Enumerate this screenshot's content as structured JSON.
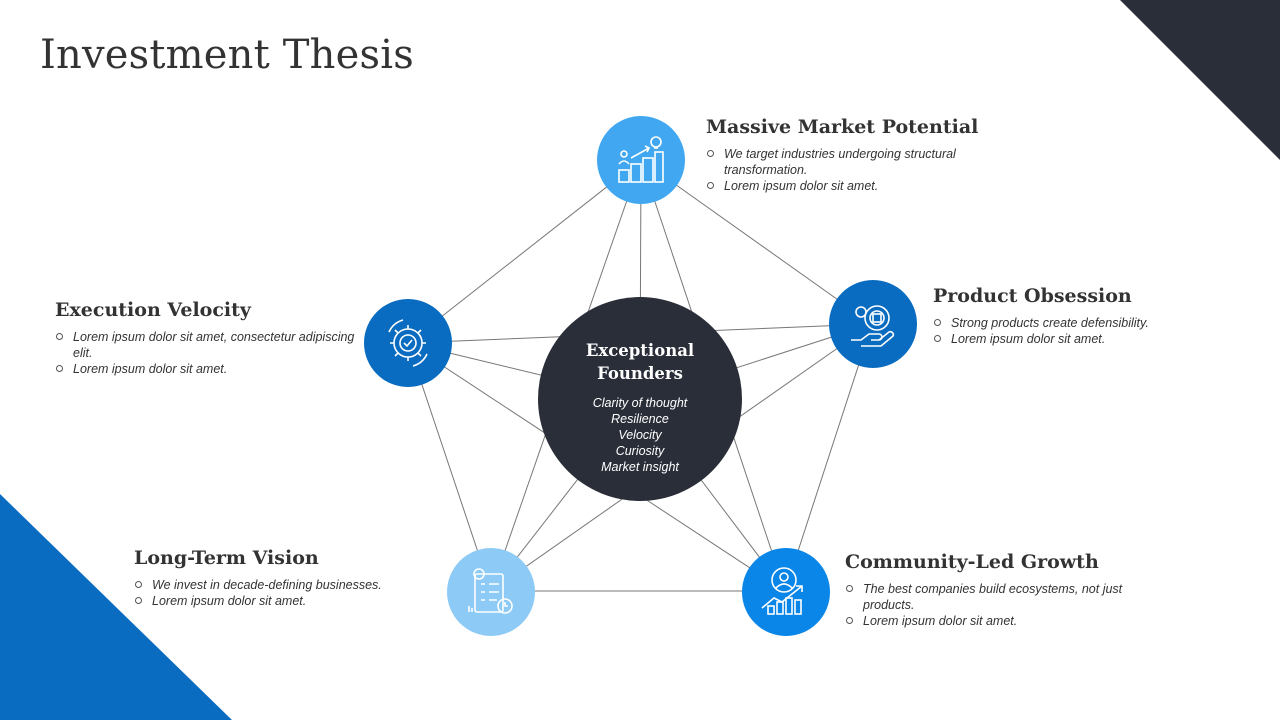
{
  "slide": {
    "title": "Investment Thesis",
    "colors": {
      "dark": "#2a2e38",
      "blue": "#0a6cc0",
      "light_blue": "#41a7f0",
      "pale_blue": "#8dcbf6",
      "bright_blue": "#0a85e8"
    }
  },
  "center": {
    "title": "Exceptional Founders",
    "traits": [
      "Clarity of thought",
      "Resilience",
      "Velocity",
      "Curiosity",
      "Market insight"
    ]
  },
  "nodes": [
    {
      "icon": "growth-chart-icon",
      "color": "#41a7f0"
    },
    {
      "icon": "gear-hand-icon",
      "color": "#0a6cc0"
    },
    {
      "icon": "user-growth-icon",
      "color": "#0a85e8"
    },
    {
      "icon": "checklist-icon",
      "color": "#8dcbf6"
    },
    {
      "icon": "gear-check-icon",
      "color": "#0a6cc0"
    }
  ],
  "pillars": {
    "market": {
      "title": "Massive Market Potential",
      "points": [
        "We target industries undergoing structural transformation.",
        "Lorem ipsum dolor sit amet."
      ]
    },
    "product": {
      "title": "Product Obsession",
      "points": [
        "Strong products create defensibility.",
        "Lorem ipsum dolor sit amet."
      ]
    },
    "community": {
      "title": "Community-Led Growth",
      "points": [
        "The best companies build ecosystems, not just products.",
        "Lorem ipsum dolor sit amet."
      ]
    },
    "vision": {
      "title": "Long-Term Vision",
      "points": [
        "We invest in decade-defining businesses.",
        "Lorem ipsum dolor sit amet."
      ]
    },
    "execution": {
      "title": "Execution Velocity",
      "points": [
        "Lorem ipsum dolor sit amet, consectetur adipiscing elit.",
        "Lorem ipsum dolor sit amet."
      ]
    }
  }
}
